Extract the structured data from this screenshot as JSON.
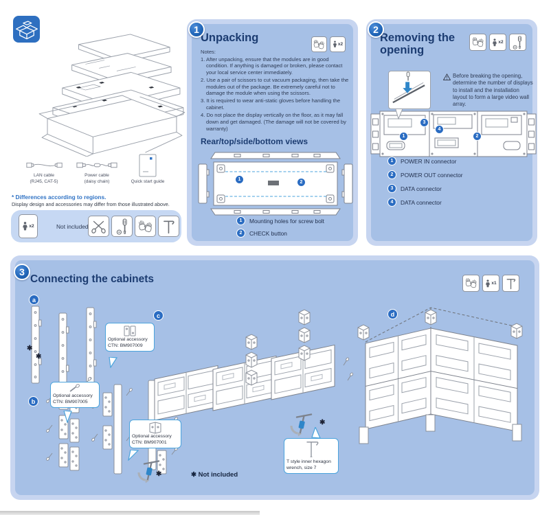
{
  "accessories": {
    "items": [
      {
        "name": "LAN cable",
        "detail": "(RJ45, CAT-5)"
      },
      {
        "name": "Power cable",
        "detail": "(daisy chain)"
      },
      {
        "name": "Quick start guide",
        "detail": ""
      }
    ],
    "regions_note": "* Differences according to regions.",
    "regions_detail": "Display design and accessories may differ from those illustrated above.",
    "not_included_label": "Not included:",
    "person_badge": "x2"
  },
  "section1": {
    "number": "1",
    "title": "Unpacking",
    "person_badge": "x2",
    "notes_label": "Notes:",
    "notes": [
      "1. After unpacking, ensure that the modules are in good condition. If anything is damaged or broken, please contact your local service center immediately.",
      "2. Use a pair of scissors to cut vacuum packaging, then take the modules out of the package. Be extremely careful not to damage the module when using the scissors.",
      "3. It is required to wear anti-static gloves before handling the cabinet.",
      "4. Do not place the display vertically on the floor, as it may fall down and get damaged. (The damage will not be covered by warranty)"
    ],
    "views_heading": "Rear/top/side/bottom views",
    "diagram_badges": [
      "1",
      "2"
    ],
    "legend": [
      {
        "num": "1",
        "label": "Mounting holes for screw bolt"
      },
      {
        "num": "2",
        "label": "CHECK button"
      }
    ]
  },
  "section2": {
    "number": "2",
    "title": "Removing the opening",
    "person_badge": "x2",
    "warning": "Before breaking the opening, determine the number of displays to install and the installation layout to form a large video wall array.",
    "diagram_badges": [
      "1",
      "2",
      "3",
      "4"
    ],
    "legend": [
      {
        "num": "1",
        "label": "POWER IN connector"
      },
      {
        "num": "2",
        "label": "POWER OUT connector"
      },
      {
        "num": "3",
        "label": "DATA connector"
      },
      {
        "num": "4",
        "label": "DATA connector"
      }
    ]
  },
  "section3": {
    "number": "3",
    "title": "Connecting the cabinets",
    "person_badge": "x1",
    "steps": [
      "a",
      "b",
      "c",
      "d"
    ],
    "callouts": {
      "acc9": {
        "line1": "Optional accessory",
        "line2": "CTN: BM907009"
      },
      "acc5": {
        "line1": "Optional accessory",
        "line2": "CTN: BM907005"
      },
      "acc1": {
        "line1": "Optional accessory",
        "line2": "CTN: BM907001"
      },
      "wrench": {
        "line1": "T style inner hexagon",
        "line2": "wrench, size 7"
      }
    },
    "not_included": "✱ Not included",
    "asterisk": "✱"
  },
  "colors": {
    "panel_outer": "#c7d5f0",
    "panel_inner": "#a6c0e6",
    "accent_blue": "#2a6cc2",
    "callout_border": "#4aa3dc",
    "title_navy": "#1c3c71"
  }
}
